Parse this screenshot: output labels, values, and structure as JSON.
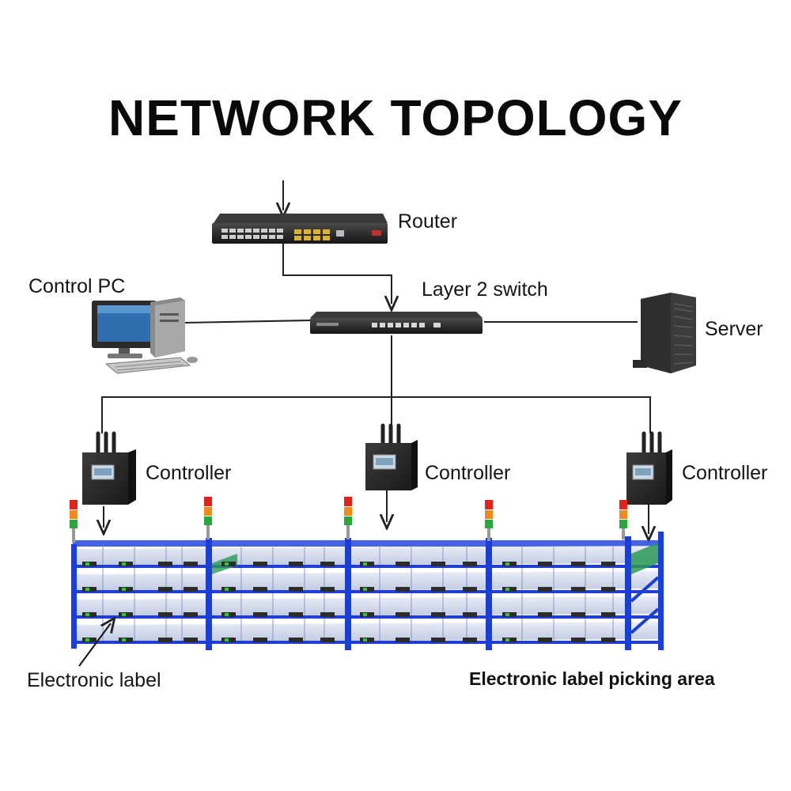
{
  "title": "NETWORK TOPOLOGY",
  "labels": {
    "router": "Router",
    "layer2_switch": "Layer 2 switch",
    "control_pc": "Control PC",
    "server": "Server",
    "controller_1": "Controller",
    "controller_2": "Controller",
    "controller_3": "Controller",
    "electronic_label": "Electronic label",
    "picking_area": "Electronic label picking area"
  },
  "colors": {
    "rack_blue": "#1a3fd6",
    "device_dark": "#2a2a2a",
    "cable": "#222222",
    "light_red": "#e0241c",
    "light_orange": "#f08a1a",
    "light_green": "#27a83a",
    "label_display_green": "#36c23a"
  }
}
